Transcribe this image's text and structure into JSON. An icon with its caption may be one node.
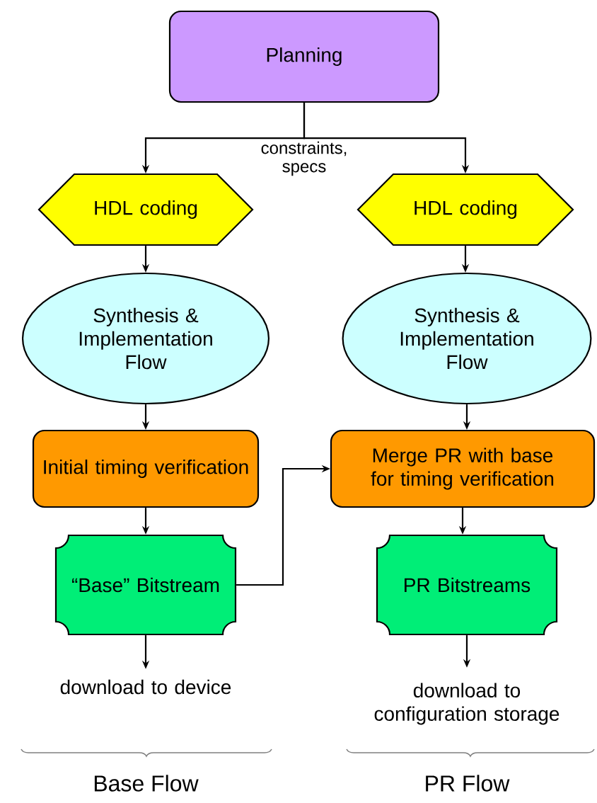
{
  "diagram": {
    "nodes": [
      {
        "text": [
          "Planning"
        ]
      },
      {
        "text": [
          "HDL coding"
        ]
      },
      {
        "text": [
          "HDL coding"
        ]
      },
      {
        "text": [
          "Synthesis & Implementation Flow"
        ]
      },
      {
        "text": [
          "Synthesis & Implementation Flow"
        ]
      },
      {
        "text": [
          "Initial timing verification"
        ]
      },
      {
        "text": [
          "Merge PR with base for timing verification"
        ]
      },
      {
        "text": [
          "“Base” Bitstream"
        ]
      },
      {
        "text": [
          "PR Bitstreams"
        ]
      },
      {
        "text": [
          "download to device"
        ]
      },
      {
        "text": [
          "download to configuration storage"
        ]
      }
    ],
    "edges": [
      {
        "from": 0,
        "to": 1,
        "arrow": "to",
        "label": "constraints, specs"
      },
      {
        "from": 0,
        "to": 2,
        "arrow": "to"
      },
      {
        "from": 1,
        "to": 3,
        "arrow": "to"
      },
      {
        "from": 2,
        "to": 4,
        "arrow": "to"
      },
      {
        "from": 3,
        "to": 5,
        "arrow": "to"
      },
      {
        "from": 4,
        "to": 6,
        "arrow": "to"
      },
      {
        "from": 5,
        "to": 7,
        "arrow": "to"
      },
      {
        "from": 6,
        "to": 8,
        "arrow": "to"
      },
      {
        "from": 7,
        "to": 6,
        "arrow": "to"
      },
      {
        "from": 7,
        "to": 9,
        "arrow": "to"
      },
      {
        "from": 8,
        "to": 10,
        "arrow": "to"
      }
    ],
    "labels": [
      "Base Flow",
      "PR Flow"
    ]
  }
}
